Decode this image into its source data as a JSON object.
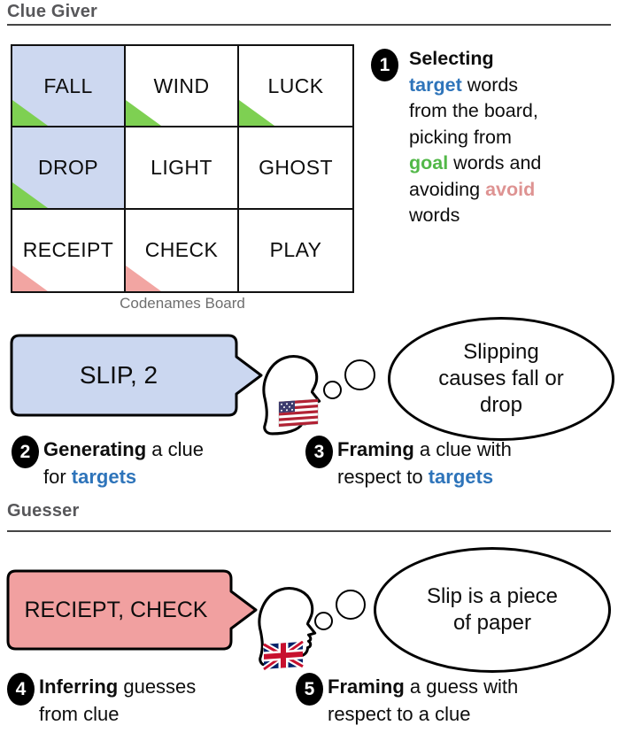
{
  "sections": {
    "clue_giver": {
      "title": "Clue Giver"
    },
    "guesser": {
      "title": "Guesser"
    }
  },
  "board": {
    "caption": "Codenames Board",
    "cells": [
      {
        "word": "FALL",
        "target": true,
        "marker": "goal"
      },
      {
        "word": "WIND",
        "target": false,
        "marker": "goal"
      },
      {
        "word": "LUCK",
        "target": false,
        "marker": "goal"
      },
      {
        "word": "DROP",
        "target": true,
        "marker": "goal"
      },
      {
        "word": "LIGHT",
        "target": false,
        "marker": "none"
      },
      {
        "word": "GHOST",
        "target": false,
        "marker": "none"
      },
      {
        "word": "RECEIPT",
        "target": false,
        "marker": "avoid"
      },
      {
        "word": "CHECK",
        "target": false,
        "marker": "avoid"
      },
      {
        "word": "PLAY",
        "target": false,
        "marker": "none"
      }
    ]
  },
  "clue_bubble": {
    "text": "SLIP, 2"
  },
  "guess_bubble": {
    "text": "RECIEPT, CHECK"
  },
  "thought_clue_giver": {
    "lines": [
      "Slipping",
      "causes fall or",
      "drop"
    ]
  },
  "thought_guesser": {
    "lines": [
      "Slip is a piece",
      "of paper"
    ]
  },
  "annotations": [
    {
      "number": "1",
      "segments": [
        {
          "t": "Selecting",
          "s": "bold"
        },
        {
          "br": true
        },
        {
          "t": "target",
          "s": "blue"
        },
        {
          "t": " words",
          "s": "plain"
        },
        {
          "br": true
        },
        {
          "t": "from the board,",
          "s": "plain"
        },
        {
          "br": true
        },
        {
          "t": "picking from",
          "s": "plain"
        },
        {
          "br": true
        },
        {
          "t": "goal",
          "s": "green"
        },
        {
          "t": " words and",
          "s": "plain"
        },
        {
          "br": true
        },
        {
          "t": "avoiding ",
          "s": "plain"
        },
        {
          "t": "avoid",
          "s": "pink"
        },
        {
          "br": true
        },
        {
          "t": "words",
          "s": "plain"
        }
      ]
    },
    {
      "number": "2",
      "segments": [
        {
          "t": "Generating",
          "s": "bold"
        },
        {
          "t": " a clue",
          "s": "plain"
        },
        {
          "br": true
        },
        {
          "t": "for ",
          "s": "plain"
        },
        {
          "t": "targets",
          "s": "blue"
        }
      ]
    },
    {
      "number": "3",
      "segments": [
        {
          "t": "Framing",
          "s": "bold"
        },
        {
          "t": " a clue with",
          "s": "plain"
        },
        {
          "br": true
        },
        {
          "t": "respect to ",
          "s": "plain"
        },
        {
          "t": "targets",
          "s": "blue"
        }
      ]
    },
    {
      "number": "4",
      "segments": [
        {
          "t": "Inferring",
          "s": "bold"
        },
        {
          "t": " guesses",
          "s": "plain"
        },
        {
          "br": true
        },
        {
          "t": "from clue",
          "s": "plain"
        }
      ]
    },
    {
      "number": "5",
      "segments": [
        {
          "t": "Framing",
          "s": "bold"
        },
        {
          "t": " a guess with",
          "s": "plain"
        },
        {
          "br": true
        },
        {
          "t": "respect to a clue",
          "s": "plain"
        }
      ]
    }
  ],
  "icons": {
    "clue_giver_speaker": "head-profile",
    "clue_giver_flag": "us-flag",
    "guesser_speaker": "head-profile",
    "guesser_flag": "uk-flag"
  },
  "colors": {
    "target_blue_text": "#2E74BA",
    "goal_green_text": "#52B848",
    "avoid_pink_text": "#DE9392",
    "goal_triangle": "#7ED052",
    "avoid_triangle": "#F2A5A2",
    "target_cell_fill": "#CDD8F0",
    "clue_bubble_fill": "#CBD7F0",
    "guess_bubble_fill": "#F1A0A0",
    "section_header_gray": "#57575A"
  }
}
